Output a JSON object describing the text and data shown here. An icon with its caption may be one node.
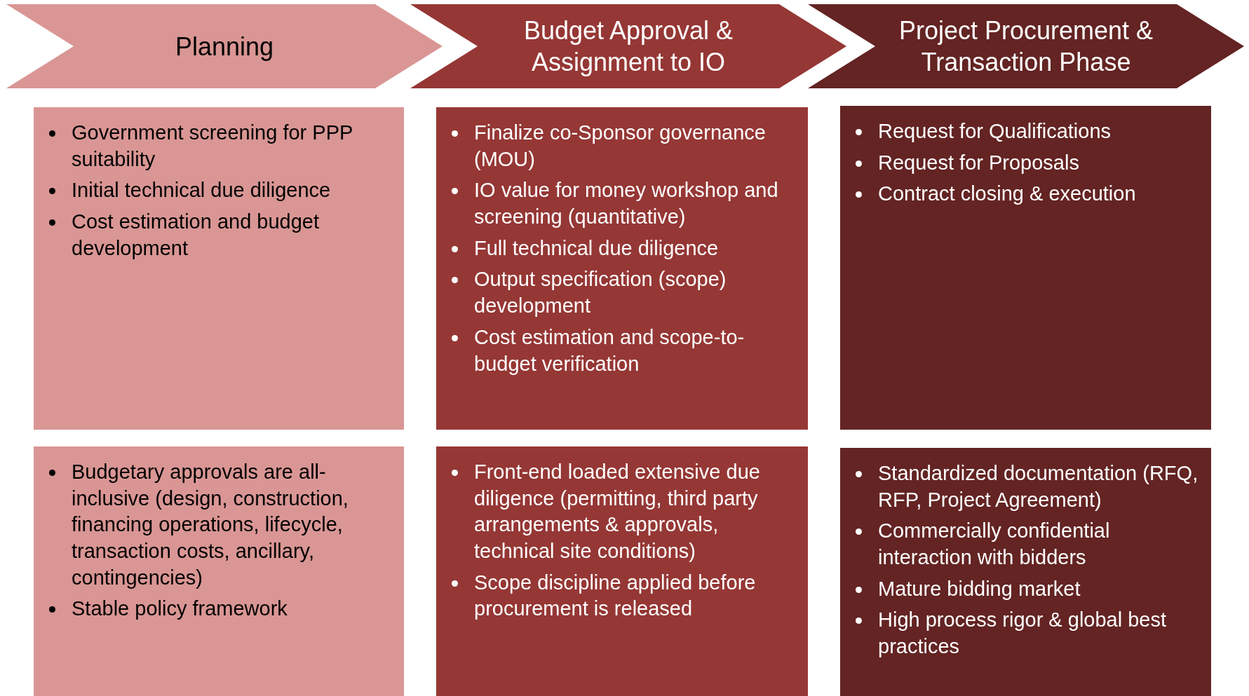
{
  "diagram": {
    "nodes": [
      {
        "text": [
          "Planning"
        ]
      },
      {
        "text": [
          "Budget Approval & Assignment to IO"
        ]
      },
      {
        "text": [
          "Project Procurement & Transaction Phase"
        ]
      },
      {
        "text": [
          "Government screening for PPP suitability",
          "Initial technical due diligence",
          "Cost estimation and budget development"
        ]
      },
      {
        "text": [
          "Finalize co-Sponsor governance (MOU)",
          "IO value for money workshop and screening (quantitative)",
          "Full technical due diligence",
          "Output specification (scope) development",
          "Cost estimation and scope-to-budget verification"
        ]
      },
      {
        "text": [
          "Request for Qualifications",
          "Request for Proposals",
          "Contract closing & execution"
        ]
      },
      {
        "text": [
          "Budgetary approvals are all-inclusive (design, construction, financing operations, lifecycle, transaction costs, ancillary, contingencies)",
          "Stable policy framework"
        ]
      },
      {
        "text": [
          "Front-end loaded extensive due diligence (permitting, third party arrangements & approvals, technical site conditions)",
          "Scope discipline applied before procurement is released"
        ]
      },
      {
        "text": [
          "Standardized documentation (RFQ, RFP, Project Agreement)",
          "Commercially confidential interaction with bidders",
          "Mature bidding market",
          "High process rigor & global best practices"
        ]
      }
    ]
  }
}
